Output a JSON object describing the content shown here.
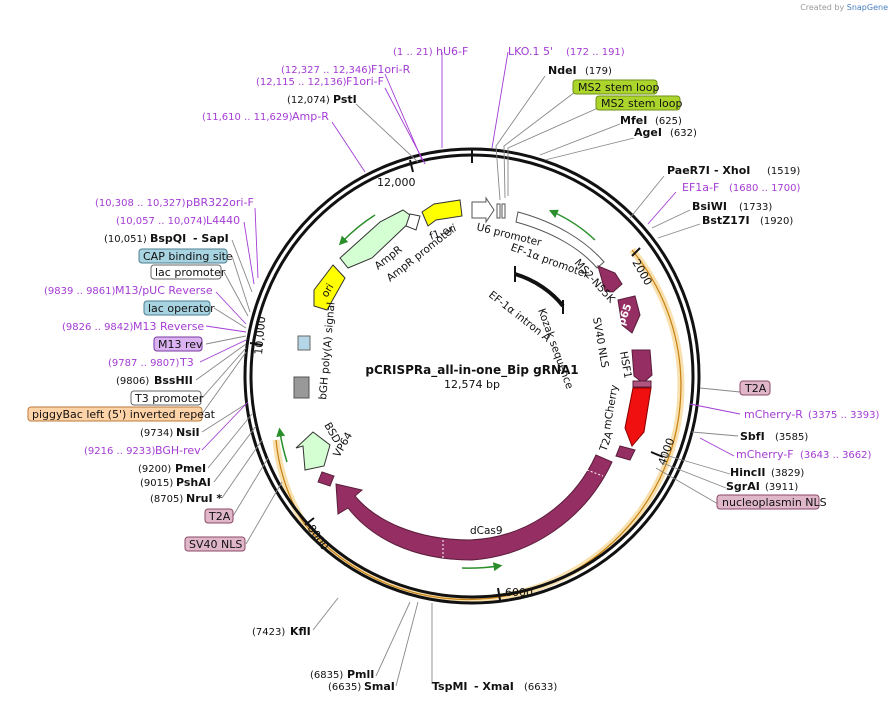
{
  "credit": {
    "prefix": "Created by",
    "brand": "SnapGene"
  },
  "plasmid": {
    "name": "pCRISPRa_all-in-one_Bip gRNA1",
    "length": "12,574 bp"
  },
  "ticks": [
    "2000",
    "4000",
    "6000",
    "8000",
    "10,000",
    "12,000"
  ],
  "colors": {
    "primer": "#a43cd4",
    "orange_band": "#e9a53c",
    "dcas9": "#952f63",
    "mcherry": "#f01010",
    "yellow_feature": "#ffff00",
    "green_feature": "#d3ffd3"
  },
  "features": [
    {
      "id": "u6",
      "label": "U6 promoter"
    },
    {
      "id": "ef1a",
      "label": "EF-1α promoter"
    },
    {
      "id": "ms2",
      "label": "MS2-N55K"
    },
    {
      "id": "p65",
      "label": "p65"
    },
    {
      "id": "sv40nls",
      "label": "SV40 NLS"
    },
    {
      "id": "hsf1",
      "label": "HSF1"
    },
    {
      "id": "mcherry",
      "label": "mCherry"
    },
    {
      "id": "t2a",
      "label": "T2A"
    },
    {
      "id": "dcas9",
      "label": "dCas9"
    },
    {
      "id": "vp64",
      "label": "VP64"
    },
    {
      "id": "bsd",
      "label": "BSD"
    },
    {
      "id": "bgh",
      "label": "bGH poly(A) signal"
    },
    {
      "id": "ori",
      "label": "ori"
    },
    {
      "id": "ampr",
      "label": "AmpR"
    },
    {
      "id": "amprp",
      "label": "AmpR promoter"
    },
    {
      "id": "f1ori",
      "label": "f1 ori"
    },
    {
      "id": "intron",
      "label": "EF-1α intron A"
    },
    {
      "id": "kozak",
      "label": "Kozak sequence"
    }
  ],
  "labels": {
    "top": [
      {
        "kind": "primer",
        "name": "hU6-F",
        "pos": "(1 .. 21)"
      },
      {
        "kind": "primer",
        "name": "LKO.1 5'",
        "pos": "(172 .. 191)"
      },
      {
        "kind": "enzyme",
        "name": "NdeI",
        "pos": "(179)"
      },
      {
        "kind": "boxed",
        "name": "MS2 stem loop"
      },
      {
        "kind": "boxed",
        "name": "MS2 stem loop"
      },
      {
        "kind": "enzyme",
        "name": "MfeI",
        "pos": "(625)"
      },
      {
        "kind": "enzyme",
        "name": "AgeI",
        "pos": "(632)"
      },
      {
        "kind": "primer",
        "name": "F1ori-R",
        "pos": "(12,327 .. 12,346)"
      },
      {
        "kind": "primer",
        "name": "F1ori-F",
        "pos": "(12,115 .. 12,136)"
      },
      {
        "kind": "enzyme",
        "name": "PstI",
        "pos": "(12,074)"
      },
      {
        "kind": "primer",
        "name": "Amp-R",
        "pos": "(11,610 .. 11,629)"
      }
    ],
    "right": [
      {
        "kind": "enzyme",
        "name": "PaeR7I",
        "name2": "XhoI",
        "pos": "(1519)"
      },
      {
        "kind": "primer",
        "name": "EF1a-F",
        "pos": "(1680 .. 1700)"
      },
      {
        "kind": "enzyme",
        "name": "BsiWI",
        "pos": "(1733)"
      },
      {
        "kind": "enzyme",
        "name": "BstZ17I",
        "pos": "(1920)"
      },
      {
        "kind": "boxed",
        "name": "T2A"
      },
      {
        "kind": "primer",
        "name": "mCherry-R",
        "pos": "(3375 .. 3393)"
      },
      {
        "kind": "enzyme",
        "name": "SbfI",
        "pos": "(3585)"
      },
      {
        "kind": "primer",
        "name": "mCherry-F",
        "pos": "(3643 .. 3662)"
      },
      {
        "kind": "enzyme",
        "name": "HincII",
        "pos": "(3829)"
      },
      {
        "kind": "enzyme",
        "name": "SgrAI",
        "pos": "(3911)"
      },
      {
        "kind": "boxed",
        "name": "nucleoplasmin NLS"
      }
    ],
    "left": [
      {
        "kind": "primer",
        "name": "pBR322ori-F",
        "pos": "(10,308 .. 10,327)"
      },
      {
        "kind": "primer",
        "name": "L4440",
        "pos": "(10,057 .. 10,074)"
      },
      {
        "kind": "enzyme",
        "name": "BspQI",
        "name2": "SapI",
        "pos": "(10,051)"
      },
      {
        "kind": "boxed",
        "name": "CAP binding site"
      },
      {
        "kind": "boxed",
        "name": "lac promoter"
      },
      {
        "kind": "primer",
        "name": "M13/pUC Reverse",
        "pos": "(9839 .. 9861)"
      },
      {
        "kind": "boxed",
        "name": "lac operator"
      },
      {
        "kind": "primer",
        "name": "M13 Reverse",
        "pos": "(9826 .. 9842)"
      },
      {
        "kind": "boxed",
        "name": "M13 rev"
      },
      {
        "kind": "primer",
        "name": "T3",
        "pos": "(9787 .. 9807)"
      },
      {
        "kind": "enzyme",
        "name": "BssHII",
        "pos": "(9806)"
      },
      {
        "kind": "boxed",
        "name": "T3 promoter"
      },
      {
        "kind": "boxed",
        "name": "piggyBac left (5') inverted repeat"
      },
      {
        "kind": "enzyme",
        "name": "NsiI",
        "pos": "(9734)"
      },
      {
        "kind": "primer",
        "name": "BGH-rev",
        "pos": "(9216 .. 9233)"
      },
      {
        "kind": "enzyme",
        "name": "PmeI",
        "pos": "(9200)"
      },
      {
        "kind": "enzyme",
        "name": "PshAI",
        "pos": "(9015)"
      },
      {
        "kind": "enzyme",
        "name": "NruI *",
        "pos": "(8705)"
      },
      {
        "kind": "boxed",
        "name": "T2A"
      },
      {
        "kind": "boxed",
        "name": "SV40 NLS"
      }
    ],
    "bottom": [
      {
        "kind": "enzyme",
        "name": "KflI",
        "pos": "(7423)"
      },
      {
        "kind": "enzyme",
        "name": "PmlI",
        "pos": "(6835)"
      },
      {
        "kind": "enzyme",
        "name": "SmaI",
        "pos": "(6635)"
      },
      {
        "kind": "enzyme",
        "name": "TspMI",
        "name2": "XmaI",
        "pos": "(6633)"
      }
    ]
  }
}
